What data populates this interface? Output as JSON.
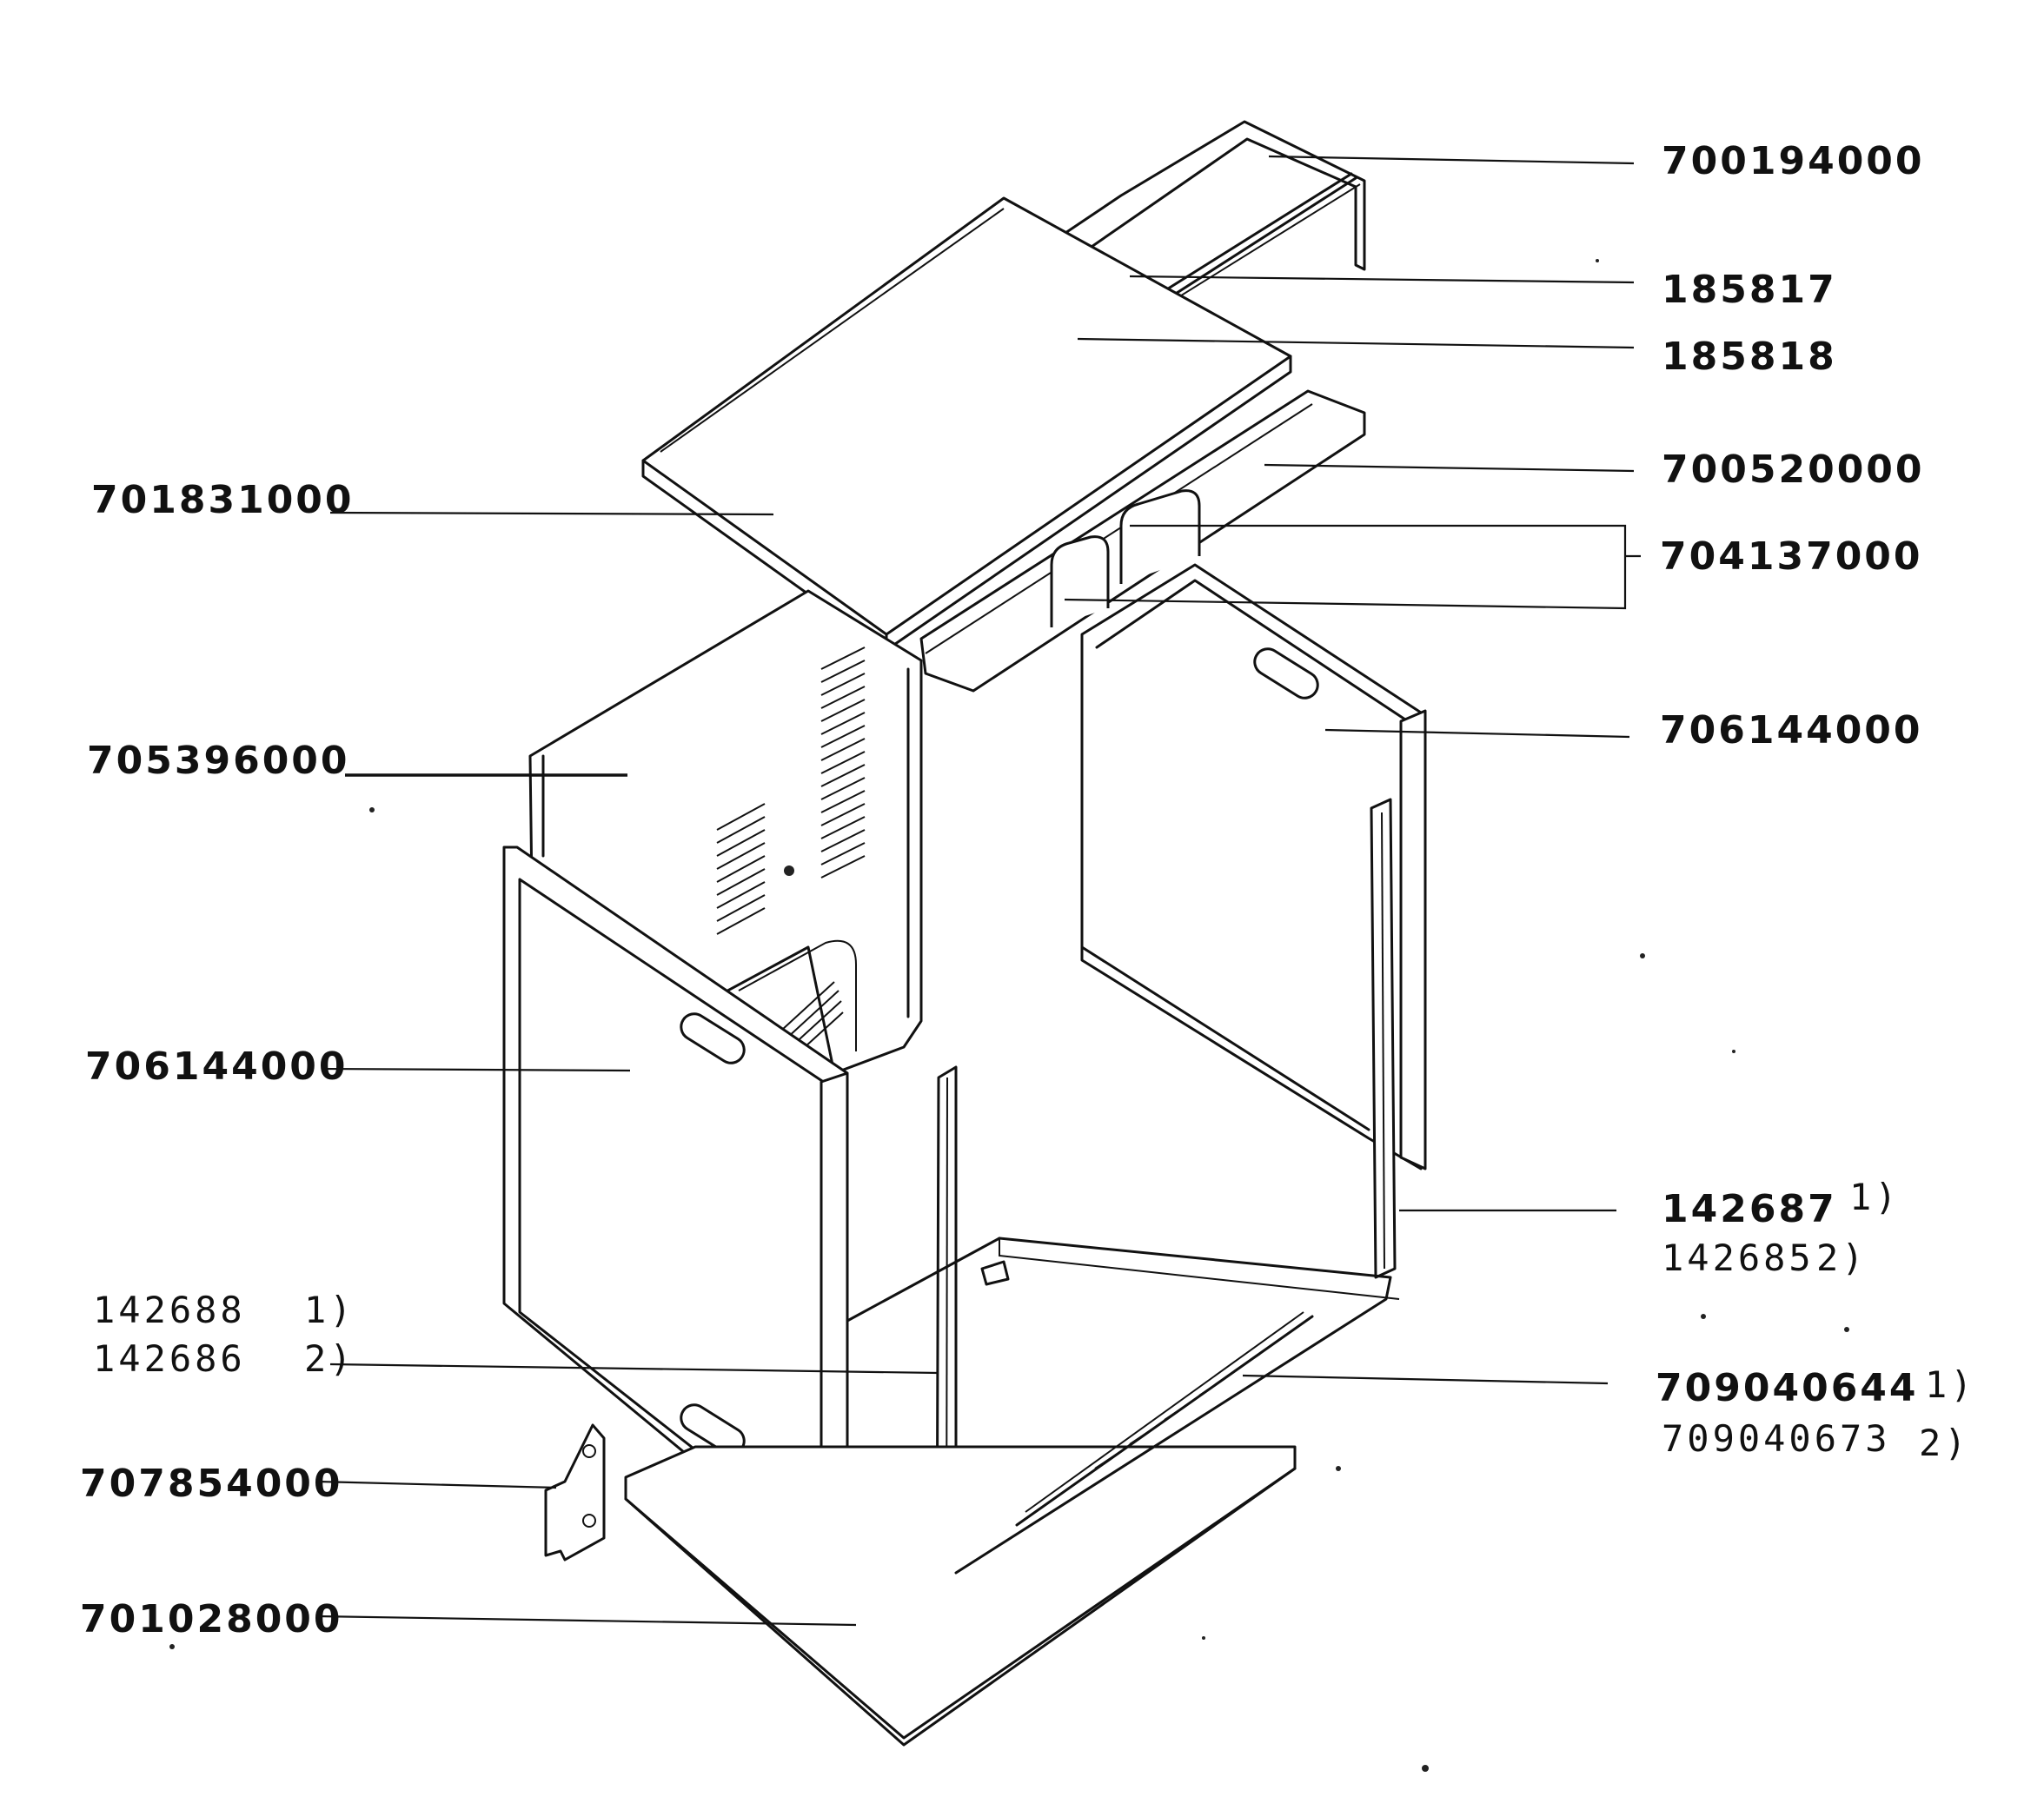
{
  "labels": {
    "l700194000": "700194000",
    "l185817": "185817",
    "l185818": "185818",
    "l700520000": "700520000",
    "l704137000": "704137000",
    "l706144000_right": "706144000",
    "l701831000": "701831000",
    "l705396000": "705396000",
    "l706144000_left": "706144000",
    "l142687": "142687",
    "l142687_note": "1)",
    "l142685": "142685",
    "l142685_note": "2)",
    "l142688": "142688",
    "l142688_note": "1)",
    "l142686": "142686",
    "l142686_note": "2)",
    "l709040644": "709040644",
    "l709040644_note": "1)",
    "l709040673": "709040673",
    "l709040673_note": "2)",
    "l707854000": "707854000",
    "l701028000": "701028000"
  }
}
